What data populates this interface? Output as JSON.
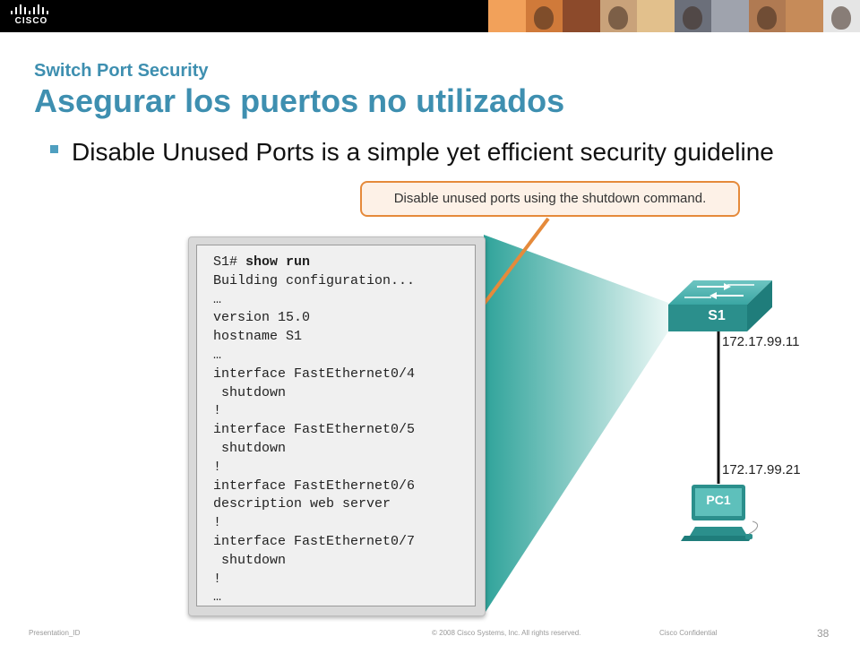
{
  "header": {
    "logo_text": "CISCO",
    "logo_icon": "cisco-bridge-logo",
    "photo_colors": [
      "#f2a15a",
      "#d07a3a",
      "#8c4a2b",
      "#c9a27a",
      "#e2c08c",
      "#6b6f7a",
      "#9fa3ad",
      "#b07a52",
      "#c68b59",
      "#e5e5e5"
    ]
  },
  "slide": {
    "subtitle": "Switch Port Security",
    "title": "Asegurar los puertos no utilizados",
    "bullet": "Disable Unused Ports is a simple yet efficient security guideline",
    "callout": "Disable unused ports using the shutdown command."
  },
  "config": {
    "prompt": "S1# ",
    "command": "show run",
    "lines": [
      "Building configuration...",
      "…",
      "version 15.0",
      "hostname S1",
      "…",
      "interface FastEthernet0/4",
      " shutdown",
      "!",
      "interface FastEthernet0/5",
      " shutdown",
      "!",
      "interface FastEthernet0/6",
      "description web server",
      "!",
      "interface FastEthernet0/7",
      " shutdown",
      "!",
      "…"
    ]
  },
  "topology": {
    "switch_label": "S1",
    "switch_ip": "172.17.99.11",
    "pc_label": "PC1",
    "pc_ip": "172.17.99.21"
  },
  "footer": {
    "left": "Presentation_ID",
    "copyright": "© 2008 Cisco Systems, Inc. All rights reserved.",
    "confidential": "Cisco Confidential",
    "page_number": "38"
  },
  "colors": {
    "title": "#3e8fb0",
    "callout_border": "#e58a3b",
    "arrow": "#e58a3b",
    "teal": "#2fa39a"
  }
}
